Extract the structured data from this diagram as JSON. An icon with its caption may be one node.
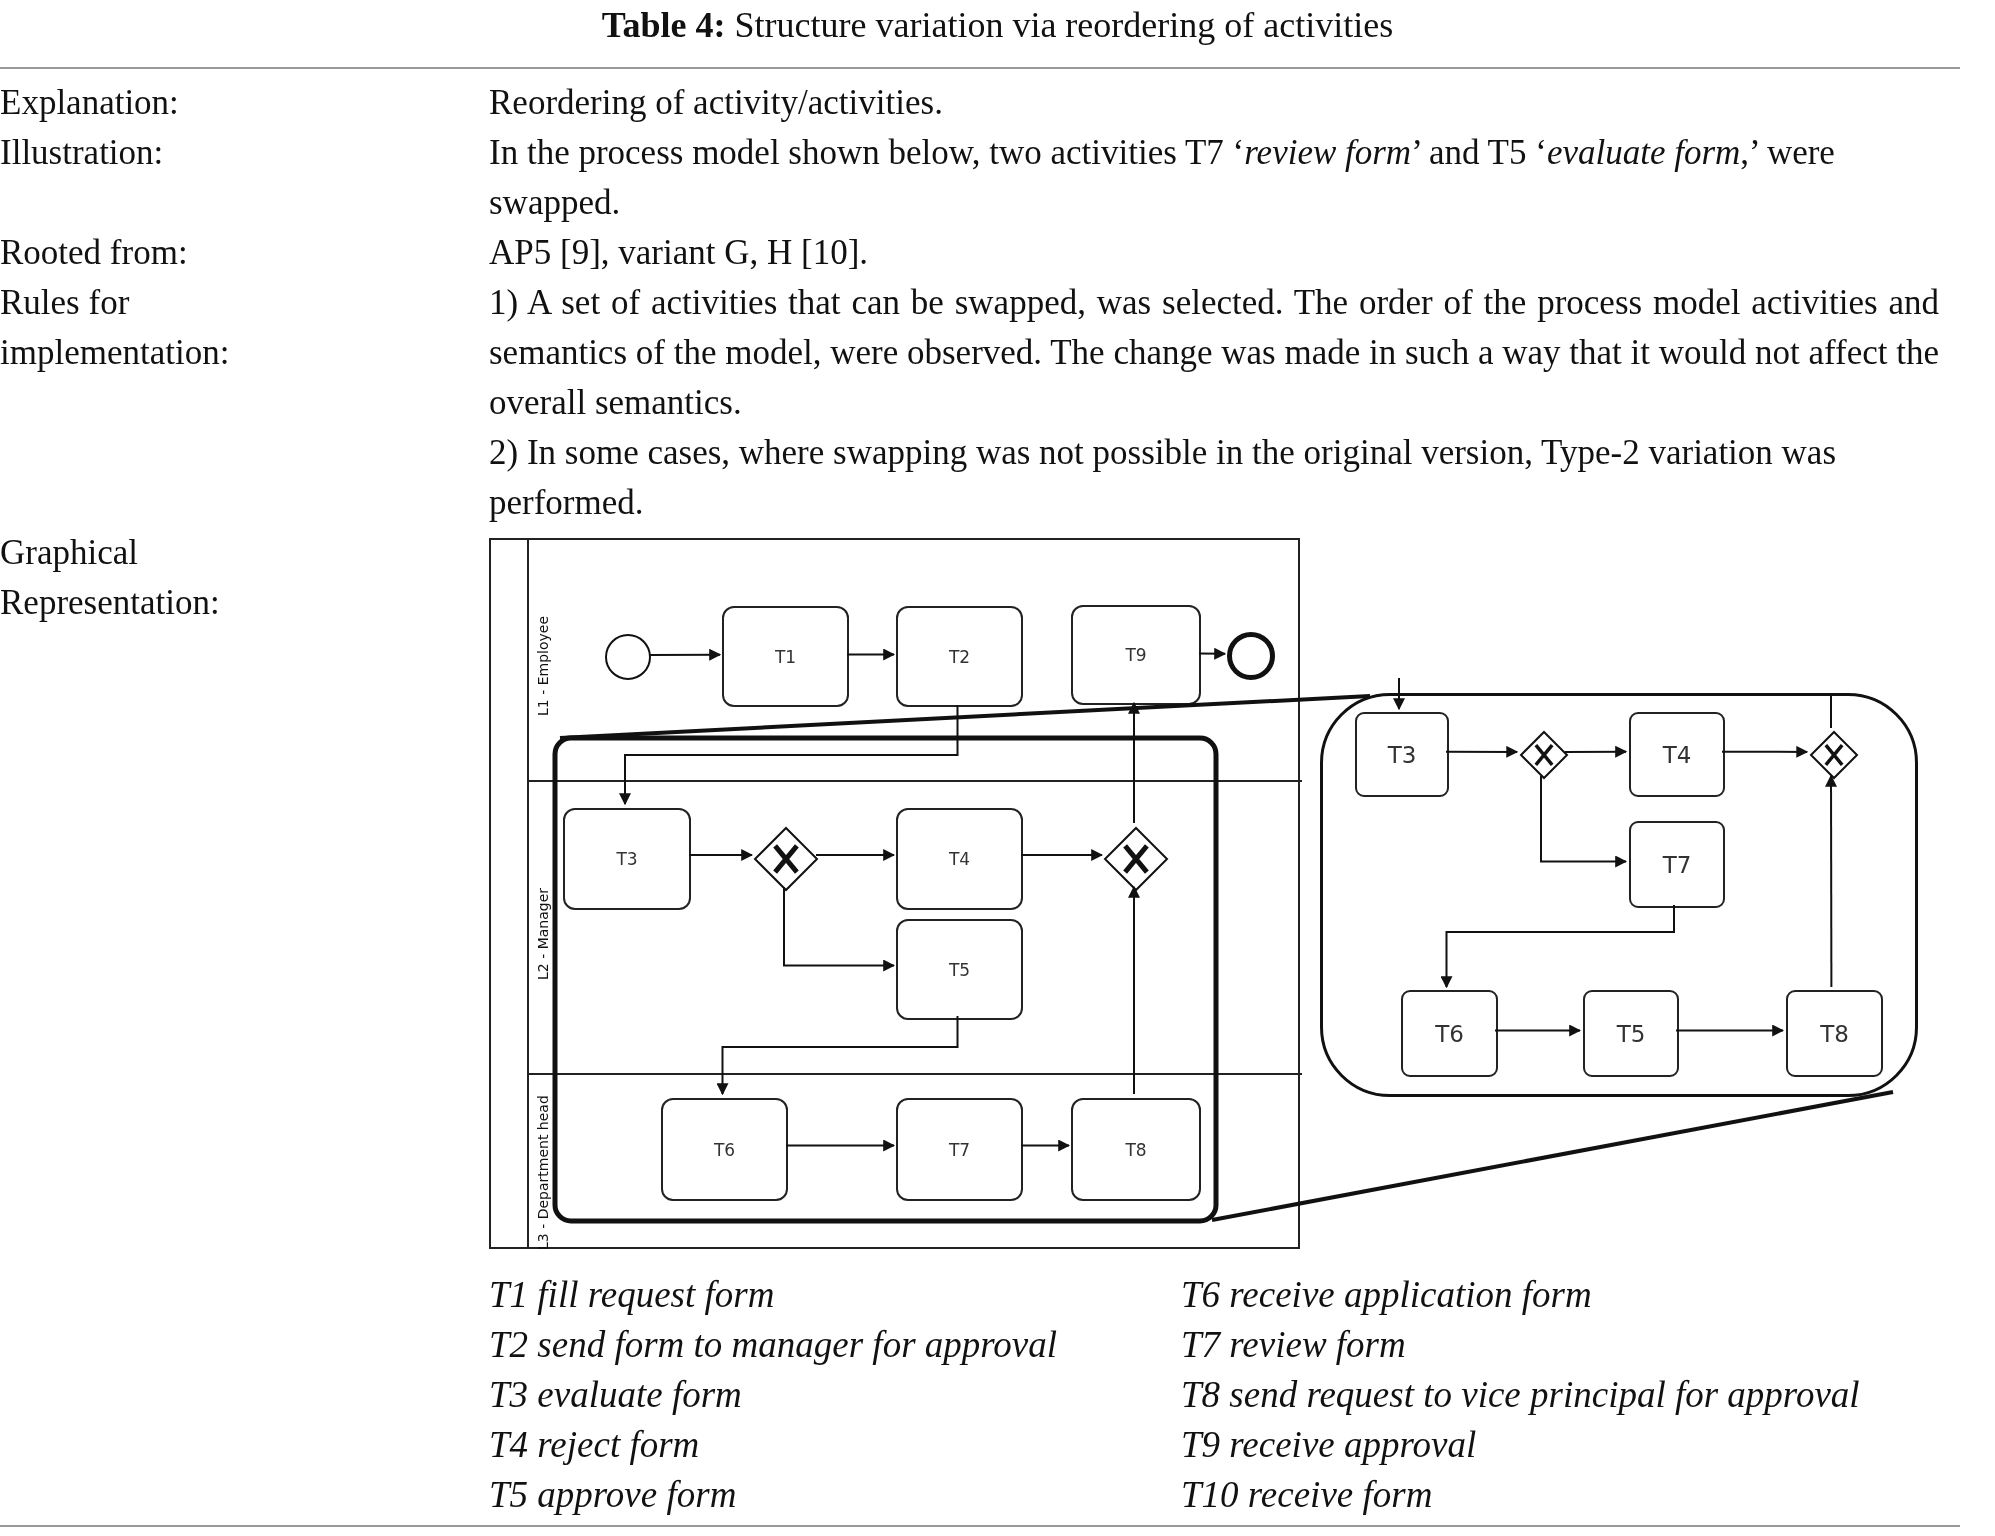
{
  "diagram": {
    "title": "**Table 4:** Structure variation via reordering of activities",
    "nodes": [
      {
        "text": [],
        "shape": "box"
      },
      {
        "text": [
          "L1 - Employee"
        ],
        "in": 0
      },
      {
        "text": [
          "L2 - Manager"
        ],
        "in": 0
      },
      {
        "text": [
          "L3 - Department head"
        ],
        "in": 0
      },
      {
        "text": [],
        "shape": "circle",
        "in": 1
      },
      {
        "text": [
          "T1"
        ],
        "in": 1
      },
      {
        "text": [
          "T2"
        ],
        "in": 1
      },
      {
        "text": [
          "T9"
        ],
        "in": 1
      },
      {
        "text": [],
        "shape": "circle",
        "in": 1
      },
      {
        "text": [
          "T3"
        ],
        "in": 2
      },
      {
        "text": [],
        "shape": "diamond",
        "in": 2
      },
      {
        "text": [
          "T4"
        ],
        "in": 2
      },
      {
        "text": [
          "T5"
        ],
        "in": 2
      },
      {
        "text": [],
        "shape": "diamond",
        "in": 2
      },
      {
        "text": [
          "T6"
        ],
        "in": 3
      },
      {
        "text": [
          "T7"
        ],
        "in": 3
      },
      {
        "text": [
          "T8"
        ],
        "in": 3
      },
      {
        "text": [],
        "shape": "box"
      },
      {
        "text": [
          "T3"
        ],
        "in": 17
      },
      {
        "text": [],
        "shape": "diamond",
        "in": 17
      },
      {
        "text": [
          "T4"
        ],
        "in": 17
      },
      {
        "text": [],
        "shape": "diamond",
        "in": 17
      },
      {
        "text": [
          "T7"
        ],
        "in": 17
      },
      {
        "text": [
          "T6"
        ],
        "in": 17
      },
      {
        "text": [
          "T5"
        ],
        "in": 17
      },
      {
        "text": [
          "T8"
        ],
        "in": 17
      }
    ],
    "edges": [
      {
        "from": 4,
        "to": 5,
        "arrow": "to"
      },
      {
        "from": 5,
        "to": 6,
        "arrow": "to"
      },
      {
        "from": 6,
        "to": 9,
        "arrow": "to"
      },
      {
        "from": 9,
        "to": 10,
        "arrow": "to"
      },
      {
        "from": 10,
        "to": 11,
        "arrow": "to"
      },
      {
        "from": 10,
        "to": 12,
        "arrow": "to"
      },
      {
        "from": 12,
        "to": 14,
        "arrow": "to"
      },
      {
        "from": 14,
        "to": 15,
        "arrow": "to"
      },
      {
        "from": 15,
        "to": 16,
        "arrow": "to"
      },
      {
        "from": 16,
        "to": 13,
        "arrow": "to"
      },
      {
        "from": 11,
        "to": 13,
        "arrow": "to"
      },
      {
        "from": 13,
        "to": 7,
        "arrow": "to"
      },
      {
        "from": 7,
        "to": 8,
        "arrow": "to"
      },
      {
        "from": null,
        "to": 18,
        "arrow": "to"
      },
      {
        "from": 18,
        "to": 19,
        "arrow": "to"
      },
      {
        "from": 19,
        "to": 20,
        "arrow": "to"
      },
      {
        "from": 19,
        "to": 22,
        "arrow": "to"
      },
      {
        "from": 22,
        "to": 23,
        "arrow": "to"
      },
      {
        "from": 23,
        "to": 24,
        "arrow": "to"
      },
      {
        "from": 24,
        "to": 25,
        "arrow": "to"
      },
      {
        "from": 25,
        "to": 21,
        "arrow": "to"
      },
      {
        "from": 20,
        "to": 21,
        "arrow": "to"
      },
      {
        "from": 21,
        "to": null,
        "arrow": "none"
      }
    ],
    "labels": [
      "Explanation:",
      "Reordering of activity/activities.",
      "Illustration:",
      "In the process model shown below, two activities T7 ‘*review form*’ and T5 ‘*evaluate form*,’ were swapped.",
      "Rooted from:",
      "AP5 [9], variant G, H [10].",
      "Rules for implementation:",
      "1) A set of activities that can be swapped, was selected. The order of the process model activities and semantics of the model, were observed. The change was made in such a way that it would not affect the overall semantics.",
      "2) In some cases, where swapping was not possible in the original version, Type-2 variation was performed.",
      "Graphical Representation:",
      "T1 fill request form",
      "T6 receive application form",
      "T2 send form to manager for approval",
      "T7 review form",
      "T3 evaluate form",
      "T8 send request to vice principal for approval",
      "T4 reject form",
      "T9 receive approval",
      "T5 approve form",
      "T10 receive form"
    ]
  }
}
